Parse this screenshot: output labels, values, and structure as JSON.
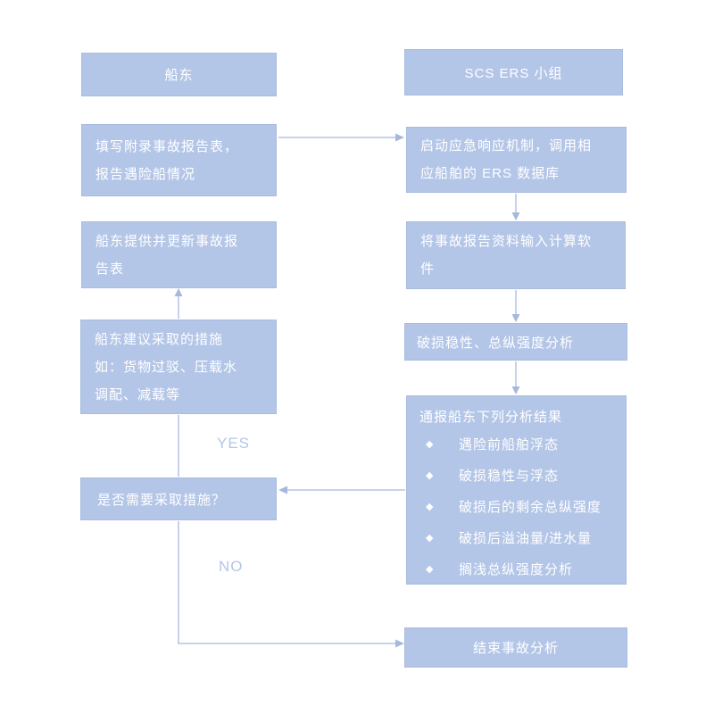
{
  "colors": {
    "box_fill": "#b4c6e7",
    "box_text": "#ffffff",
    "connector": "#a6b9dd",
    "label_text": "#b4c6e7"
  },
  "diagram": {
    "left": {
      "header": "船东",
      "fill_report": {
        "lines": [
          "填写附录事故报告表，",
          "报告遇险船情况"
        ]
      },
      "update_report": {
        "lines": [
          "船东提供并更新事故报",
          "告表"
        ]
      },
      "measures": {
        "lines": [
          "船东建议采取的措施",
          "如：货物过驳、压载水",
          "调配、减载等"
        ]
      },
      "decision": {
        "label": "是否需要采取措施？"
      },
      "yes_label": "YES",
      "no_label": "NO"
    },
    "right": {
      "header": "SCS ERS 小组",
      "activate": {
        "lines": [
          "启动应急响应机制，调用相",
          "应船舶的 ERS 数据库"
        ]
      },
      "input_data": {
        "lines": [
          "将事故报告资料输入计算软",
          "件"
        ]
      },
      "analysis": {
        "label": "破损稳性、总纵强度分析"
      },
      "notify": {
        "title": "通报船东下列分析结果",
        "bullet_icon": "◆",
        "bullets": [
          "遇险前船舶浮态",
          "破损稳性与浮态",
          "破损后的剩余总纵强度",
          "破损后溢油量/进水量",
          "搁浅总纵强度分析"
        ]
      },
      "end": {
        "label": "结束事故分析"
      }
    }
  }
}
